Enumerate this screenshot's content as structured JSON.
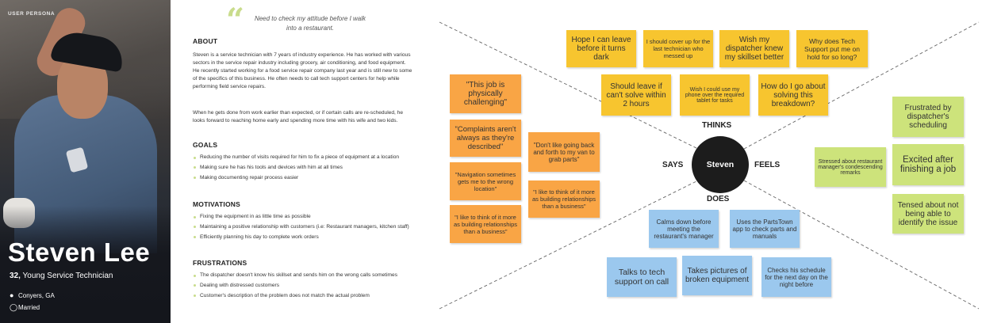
{
  "persona": {
    "tag": "USER PERSONA",
    "name": "Steven Lee",
    "age": "32,",
    "role": "Young Service Technician",
    "location": "Conyers, GA",
    "status": "Married"
  },
  "quote": "Need to check my attitude before I walk into a restaurant.",
  "about": {
    "heading": "ABOUT",
    "p1": "Steven is a service technician with 7 years of industry experience. He has worked with various sectors in the service repair industry including grocery, air conditioning, and food equipment. He recently started working for a food service repair company last year and is still new to some of the specifics of this business. He often needs to call tech support centers for help while performing field service repairs.",
    "p2": "When he gets done from work earlier than expected, or if certain calls are re-scheduled, he looks forward to reaching home early and spending more time with his wife and two kids."
  },
  "goals": {
    "heading": "GOALS",
    "items": [
      "Reducing the number of visits required for him to fix a piece of equipment at a location",
      "Making sure he has his tools and devices with him at all times",
      "Making documenting repair process easier"
    ]
  },
  "motivations": {
    "heading": "MOTIVATIONS",
    "items": [
      "Fixing the equipment in as little time as possible",
      "Maintaining a positive relationship with customers (i.e: Restaurant managers, kitchen staff)",
      "Efficiently planning his day to complete work orders"
    ]
  },
  "frustrations": {
    "heading": "FRUSTRATIONS",
    "items": [
      "The dispatcher doesn't know his skillset and sends him on the wrong calls sometimes",
      "Dealing with distressed customers",
      "Customer's description of the problem does not match the actual problem"
    ]
  },
  "map": {
    "center": "Steven",
    "labels": {
      "thinks": "THINKS",
      "says": "SAYS",
      "feels": "FEELS",
      "does": "DOES"
    },
    "thinks": [
      "Hope I can leave before it turns dark",
      "I should cover up for the last technician who messed up",
      "Wish my dispatcher knew my skillset better",
      "Why does Tech Support put me on hold for so long?",
      "Should leave if can't solve within 2 hours",
      "Wish I could use my phone over the required tablet for tasks",
      "How do I go about solving this breakdown?"
    ],
    "says": [
      "\"This job is physically challenging\"",
      "\"Complaints aren't always as they're described\"",
      "\"Navigation sometimes gets me to the wrong location\"",
      "\"I like to think of it more as building relationships  than a business\"",
      "\"Don't like going back and forth to my van to grab parts\"",
      "\"I like to think of it more as building relationships  than a business\""
    ],
    "feels": [
      "Frustrated by dispatcher's scheduling",
      "Stressed about restaurant manager's condescending remarks",
      "Excited after finishing a job",
      "Tensed about not being able to identify the issue"
    ],
    "does": [
      "Calms down before meeting the restaurant's manager",
      "Uses the PartsTown app to check parts and manuals",
      "Talks to tech support on call",
      "Takes pictures of broken equipment",
      "Checks his schedule for the next day on the night before"
    ],
    "colors": {
      "thinks": "#f7c52f",
      "says": "#f9a545",
      "feels": "#cde37b",
      "does": "#9bc8ee"
    }
  }
}
